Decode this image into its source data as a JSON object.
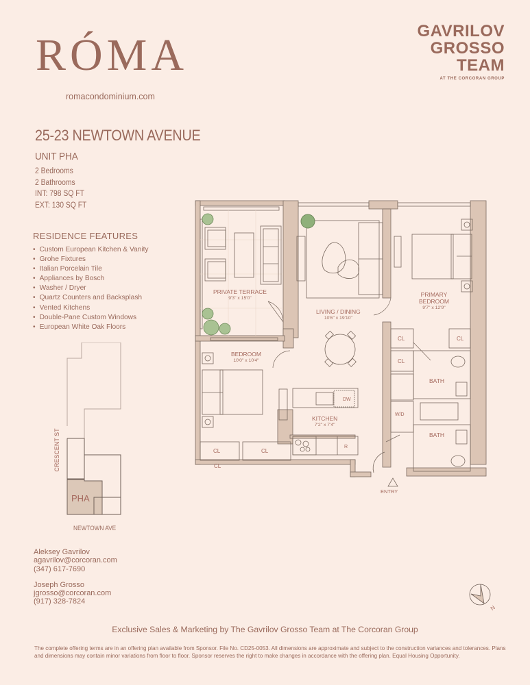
{
  "header": {
    "logo": "RÓMA",
    "website": "romacondominium.com",
    "team_lines": [
      "GAVRILOV",
      "GROSSO",
      "TEAM"
    ],
    "team_sub": "AT THE CORCORAN GROUP"
  },
  "unit": {
    "address": "25-23 NEWTOWN AVENUE",
    "name": "UNIT PHA",
    "bedrooms": "2 Bedrooms",
    "bathrooms": "2 Bathrooms",
    "interior": "INT:  798 SQ FT",
    "exterior": "EXT:  130 SQ FT"
  },
  "features": {
    "title": "RESIDENCE FEATURES",
    "items": [
      "Custom European Kitchen & Vanity",
      "Grohe Fixtures",
      "Italian Porcelain Tile",
      "Appliances by Bosch",
      "Washer / Dryer",
      "Quartz Counters and Backsplash",
      "Vented Kitchens",
      "Double-Pane Custom Windows",
      "European White Oak Floors"
    ]
  },
  "keyplan": {
    "street_side": "CRESCENT ST",
    "street_bottom": "NEWTOWN AVE",
    "unit_label": "PHA"
  },
  "floorplan": {
    "rooms": [
      {
        "name": "PRIVATE TERRACE",
        "dim": "9'3\" x 15'0\""
      },
      {
        "name": "LIVING / DINING",
        "dim": "10'6\" x 19'10\""
      },
      {
        "name": "PRIMARY",
        "name2": "BEDROOM",
        "dim": "9'7\" x 12'9\""
      },
      {
        "name": "BEDROOM",
        "dim": "10'0\" x 10'4\""
      },
      {
        "name": "KITCHEN",
        "dim": "7'2\" x 7'4\""
      },
      {
        "name": "BATH"
      },
      {
        "name": "BATH"
      }
    ],
    "labels": {
      "closet": "CL",
      "dishwasher": "DW",
      "refrigerator": "R",
      "washer_dryer": "W/D",
      "entry": "ENTRY"
    },
    "colors": {
      "wall": "#dcc5b5",
      "line": "#7a6a60",
      "bg": "#fbede5",
      "accent": "#9a6a5c",
      "plant": "#8fb07a"
    }
  },
  "compass": {
    "north": "N"
  },
  "contacts": [
    {
      "name": "Aleksey Gavrilov",
      "email": "agavrilov@corcoran.com",
      "phone": "(347) 617-7690"
    },
    {
      "name": "Joseph Grosso",
      "email": "jgrosso@corcoran.com",
      "phone": "(917) 328-7824"
    }
  ],
  "footer": {
    "exclusive": "Exclusive Sales & Marketing by The Gavrilov Grosso Team at The Corcoran Group",
    "legal": "The complete offering terms are in an offering plan available from Sponsor. File No. CD25-0053. All dimensions are approximate and subject to the construction variances and tolerances. Plans and dimensions may contain minor variations from floor to floor. Sponsor reserves the right to make changes in accordance with the offering plan. Equal Housing Opportunity."
  }
}
